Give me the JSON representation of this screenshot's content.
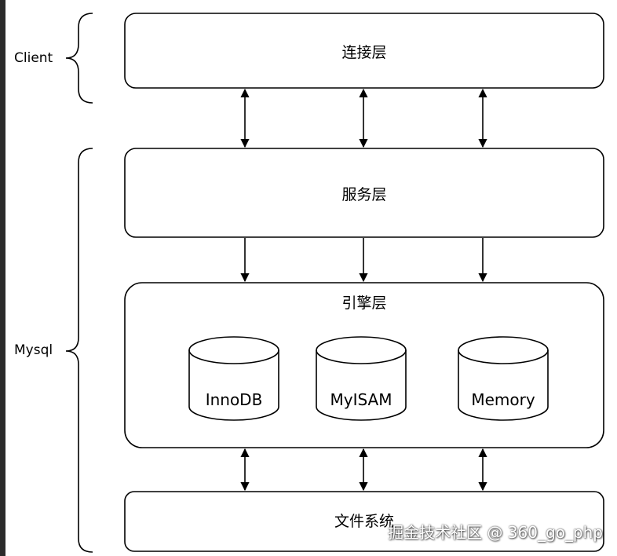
{
  "labels": {
    "client": "Client",
    "mysql": "Mysql"
  },
  "layers": {
    "connection": "连接层",
    "service": "服务层",
    "engine": "引擎层",
    "filesystem": "文件系统"
  },
  "engines": [
    "InnoDB",
    "MyISAM",
    "Memory"
  ],
  "watermark": "掘金技术社区 @ 360_go_php",
  "colors": {
    "stroke": "#000000",
    "fill": "#ffffff",
    "edge": "#2b2b2b"
  }
}
